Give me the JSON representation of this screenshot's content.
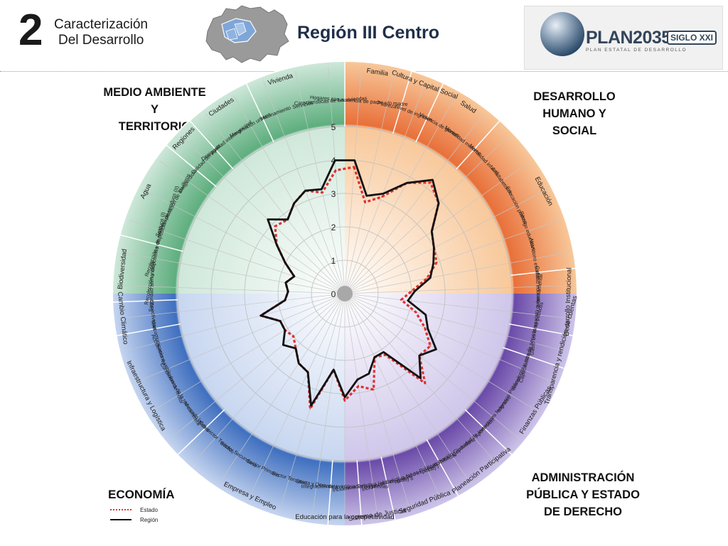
{
  "header": {
    "section_number": "2",
    "section_line1": "Caracterización",
    "section_line2": "Del Desarrollo",
    "region_title": "Región III Centro"
  },
  "logo": {
    "name": "PLAN2035",
    "badge": "SIGLO XXI",
    "tagline": "PLAN ESTATAL DE DESARROLLO"
  },
  "corners": {
    "environment": [
      "MEDIO AMBIENTE",
      "Y",
      "TERRITORIO"
    ],
    "human": [
      "DESARROLLO",
      "HUMANO Y",
      "SOCIAL"
    ],
    "administration": [
      "ADMINISTRACIÓN",
      "PÚBLICA Y ESTADO",
      "DE DERECHO"
    ],
    "economy": "ECONOMÍA"
  },
  "legend": {
    "estado": "Estado",
    "region": "Región"
  },
  "colors": {
    "human_dark": "#e8703a",
    "human_light": "#f8c89a",
    "admin_dark": "#6a4aa8",
    "admin_light": "#cfc6ea",
    "economy_dark": "#3f6fbf",
    "economy_light": "#c7d6f0",
    "environment_dark": "#5eae7e",
    "environment_light": "#cfe8da",
    "estado_line": "#e03030",
    "region_line": "#111111"
  },
  "chart_data": {
    "type": "radar",
    "rmax": 5,
    "ticks": [
      "0",
      "1",
      "2",
      "3",
      "4",
      "5"
    ],
    "indicators": [
      "Hogares con ausencia de padre y/o madre",
      "Pobreza",
      "Nivel de ingresos",
      "Violencia de género",
      "Mortalidad materna",
      "Mortalidad infantil",
      "Analfabetismo",
      "Educación padres",
      "Rezago educativo",
      "Abandono escolar",
      "Calidad educativa",
      "Gasto en el aparato gubernamental",
      "Capacitación de servidores públicos",
      "Tecnología y acceso",
      "Ingresos Públicos",
      "Aportaciones federales",
      "Capacidad de inversión",
      "Participación Ciudadana",
      "Diseño de Políticas Públicas",
      "Incidencia Delictiva (alto impacto) I",
      "Incidencia Delictiva (alto impacto) II",
      "Integración de averiguaciones previas",
      "Oferta y Demanda",
      "Sector Terciario",
      "Sector Primario",
      "Sector Secundario",
      "Sub-sector Turístico",
      "Mercado laboral",
      "Condiciones de la red carretera",
      "Accidentes o vehículos de motor",
      "Telecomunicaciones",
      "Conectividad",
      "Seguridad alimentaria",
      "Recolección y disposición de residuos (I)",
      "Recolección y disposición de residuos (II)",
      "Sobreexplotación de acuíferos",
      "Desperdicio",
      "Calidad del agua",
      "Desigualdad intermunicipal",
      "Marginación urbana",
      "Hacinamiento",
      "Servicios",
      "Características de las viviendas"
    ],
    "series": [
      {
        "name": "Estado",
        "style": "dotted",
        "color": "#e03030",
        "values": [
          3.8,
          2.8,
          3.1,
          3.8,
          4.2,
          3.9,
          3.2,
          3.0,
          2.9,
          2.5,
          2.0,
          1.7,
          2.2,
          2.6,
          3.0,
          2.9,
          3.6,
          2.2,
          2.1,
          3.0,
          2.8,
          3.2,
          2.3,
          3.6,
          2.6,
          2.5,
          2.2,
          2.0,
          2.1,
          2.1,
          2.6,
          1.8,
          1.7,
          1.8,
          1.6,
          2.0,
          2.5,
          2.9,
          2.8,
          3.1,
          3.3,
          3.1,
          3.7
        ]
      },
      {
        "name": "Región",
        "style": "solid",
        "color": "#111111",
        "values": [
          4.0,
          3.0,
          3.2,
          3.8,
          4.3,
          3.9,
          3.2,
          3.0,
          2.8,
          2.6,
          2.1,
          1.9,
          2.5,
          2.7,
          3.2,
          2.9,
          3.4,
          2.1,
          2.1,
          2.5,
          2.6,
          3.1,
          2.3,
          3.5,
          2.6,
          2.5,
          2.2,
          2.4,
          2.1,
          2.1,
          2.6,
          1.8,
          1.7,
          1.8,
          1.6,
          2.0,
          2.5,
          3.2,
          2.8,
          3.1,
          3.3,
          3.2,
          4.0
        ]
      }
    ],
    "groups": [
      {
        "name": "Familia",
        "items": 2
      },
      {
        "name": "Cultura y Capital Social",
        "items": 1
      },
      {
        "name": "Salud",
        "items": 2
      },
      {
        "name": "Educación",
        "items": 5
      },
      {
        "name": "Desarrollo Institucional",
        "items": 2
      },
      {
        "name": "Transparencia y rendición de cuentas",
        "items": 1
      },
      {
        "name": "Finanzas Públicas",
        "items": 3
      },
      {
        "name": "Planeación Participativa",
        "items": 2
      },
      {
        "name": "Seguridad Pública",
        "items": 2
      },
      {
        "name": "Sistema de Justicia",
        "items": 1
      },
      {
        "name": "Educación para la competitividad",
        "items": 1
      },
      {
        "name": "Empresa y Empleo",
        "items": 5
      },
      {
        "name": "Infraestructura y Logística",
        "items": 4
      },
      {
        "name": "Cambio Climático",
        "items": 1
      },
      {
        "name": "Biodiversidad",
        "items": 2
      },
      {
        "name": "Agua",
        "items": 3
      },
      {
        "name": "Regiones",
        "items": 1
      },
      {
        "name": "Ciudades",
        "items": 2
      },
      {
        "name": "Vivienda",
        "items": 2
      }
    ]
  }
}
